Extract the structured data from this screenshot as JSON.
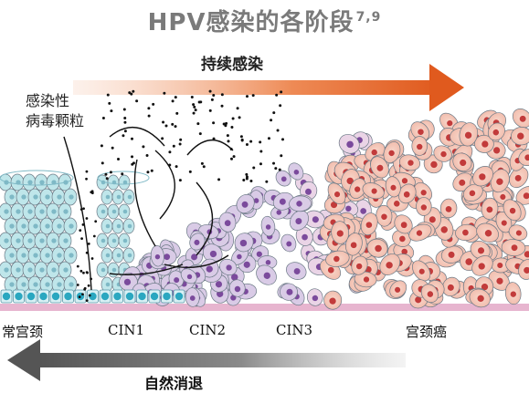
{
  "title": {
    "text": "HPV感染的各阶段",
    "sup": "7,9"
  },
  "arrows": {
    "persistent_label": "持续感染",
    "regression_label": "自然消退",
    "persistent_color": "#e05a1e",
    "regression_color": "#555555"
  },
  "annotation": {
    "line1": "感染性",
    "line2": "病毒颗粒"
  },
  "stages": [
    "常宫颈",
    "CIN1",
    "CIN2",
    "CIN3",
    "宫颈癌"
  ],
  "colors": {
    "normal_cell": "#bfe6ea",
    "basal_cell": "#2aa7c0",
    "infected_cell": "#d9cbe6",
    "infected_nucleus": "#7b4a9c",
    "cancer_cell": "#f3c3b4",
    "cancer_nucleus": "#c23b3b",
    "membrane": "#e7b5cf"
  }
}
